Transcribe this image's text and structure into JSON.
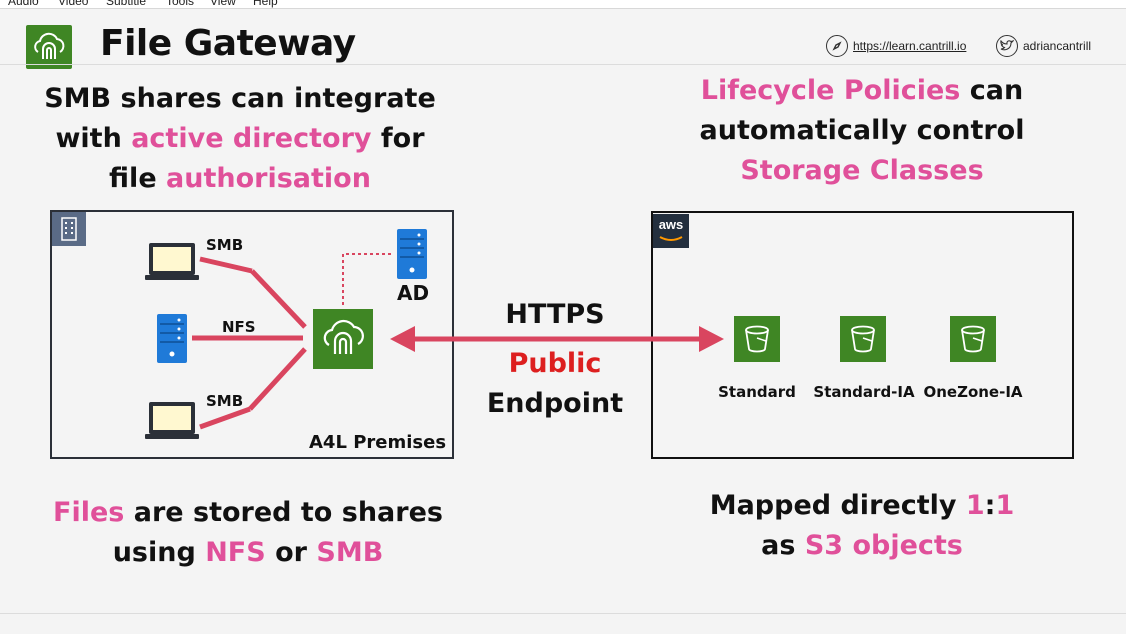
{
  "menubar": {
    "items": [
      "Audio",
      "Video",
      "Subtitle",
      "Tools",
      "View",
      "Help"
    ]
  },
  "header": {
    "title": "File Gateway",
    "site_url": "https://learn.cantrill.io",
    "twitter_handle": "adriancantrill",
    "icons": {
      "site": "compass-icon",
      "twitter": "twitter-icon"
    }
  },
  "left_top": {
    "line1": "SMB shares can integrate",
    "line2_a": "with ",
    "line2_hl": "active directory",
    "line2_b": " for",
    "line3_a": "file ",
    "line3_hl": "authorisation"
  },
  "right_top": {
    "line1_hl": "Lifecycle Policies",
    "line1_b": " can",
    "line2": "automatically control",
    "line3_hl": "Storage Classes"
  },
  "premises": {
    "label": "A4L Premises",
    "smb_top": "SMB",
    "nfs": "NFS",
    "smb_bottom": "SMB",
    "ad": "AD",
    "icons": [
      "building-icon",
      "laptop-icon",
      "server-icon",
      "file-gateway-icon",
      "directory-server-icon"
    ]
  },
  "link": {
    "protocol": "HTTPS",
    "public": "Public",
    "endpoint": "Endpoint"
  },
  "aws": {
    "badge": "aws",
    "classes": [
      "Standard",
      "Standard-IA",
      "OneZone-IA"
    ],
    "icons": [
      "aws-logo-icon",
      "s3-bucket-icon"
    ]
  },
  "left_bottom": {
    "line1_hl": "Files",
    "line1_b": " are stored to shares",
    "line2_a": "using ",
    "line2_hl1": "NFS",
    "line2_b": " or ",
    "line2_hl2": "SMB"
  },
  "right_bottom": {
    "line1_a": "Mapped directly ",
    "line1_hl1": "1",
    "line1_b": ":",
    "line1_hl2": "1",
    "line2_a": "as ",
    "line2_hl": "S3 objects"
  },
  "colors": {
    "accent_pink": "#e0509a",
    "public_red": "#dd1f1f",
    "connector_red": "#d9455f",
    "aws_green": "#3f8624",
    "server_blue": "#1f7ad8"
  }
}
